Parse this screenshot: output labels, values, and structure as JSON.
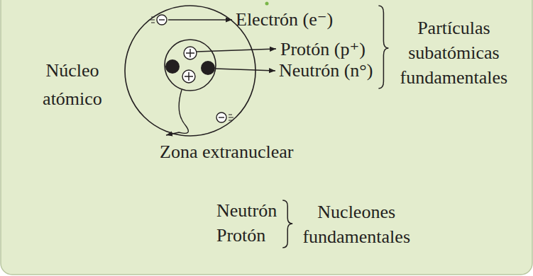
{
  "diagram": {
    "labels": [
      "Electrón (e⁻)",
      "Protón (p⁺)",
      "Neutrón (n°)",
      "Partículas subatómicas fundamentales",
      "Núcleo atómico",
      "Zona extranuclear",
      "Neutrón",
      "Protón",
      "Nucleones fundamentales"
    ]
  }
}
